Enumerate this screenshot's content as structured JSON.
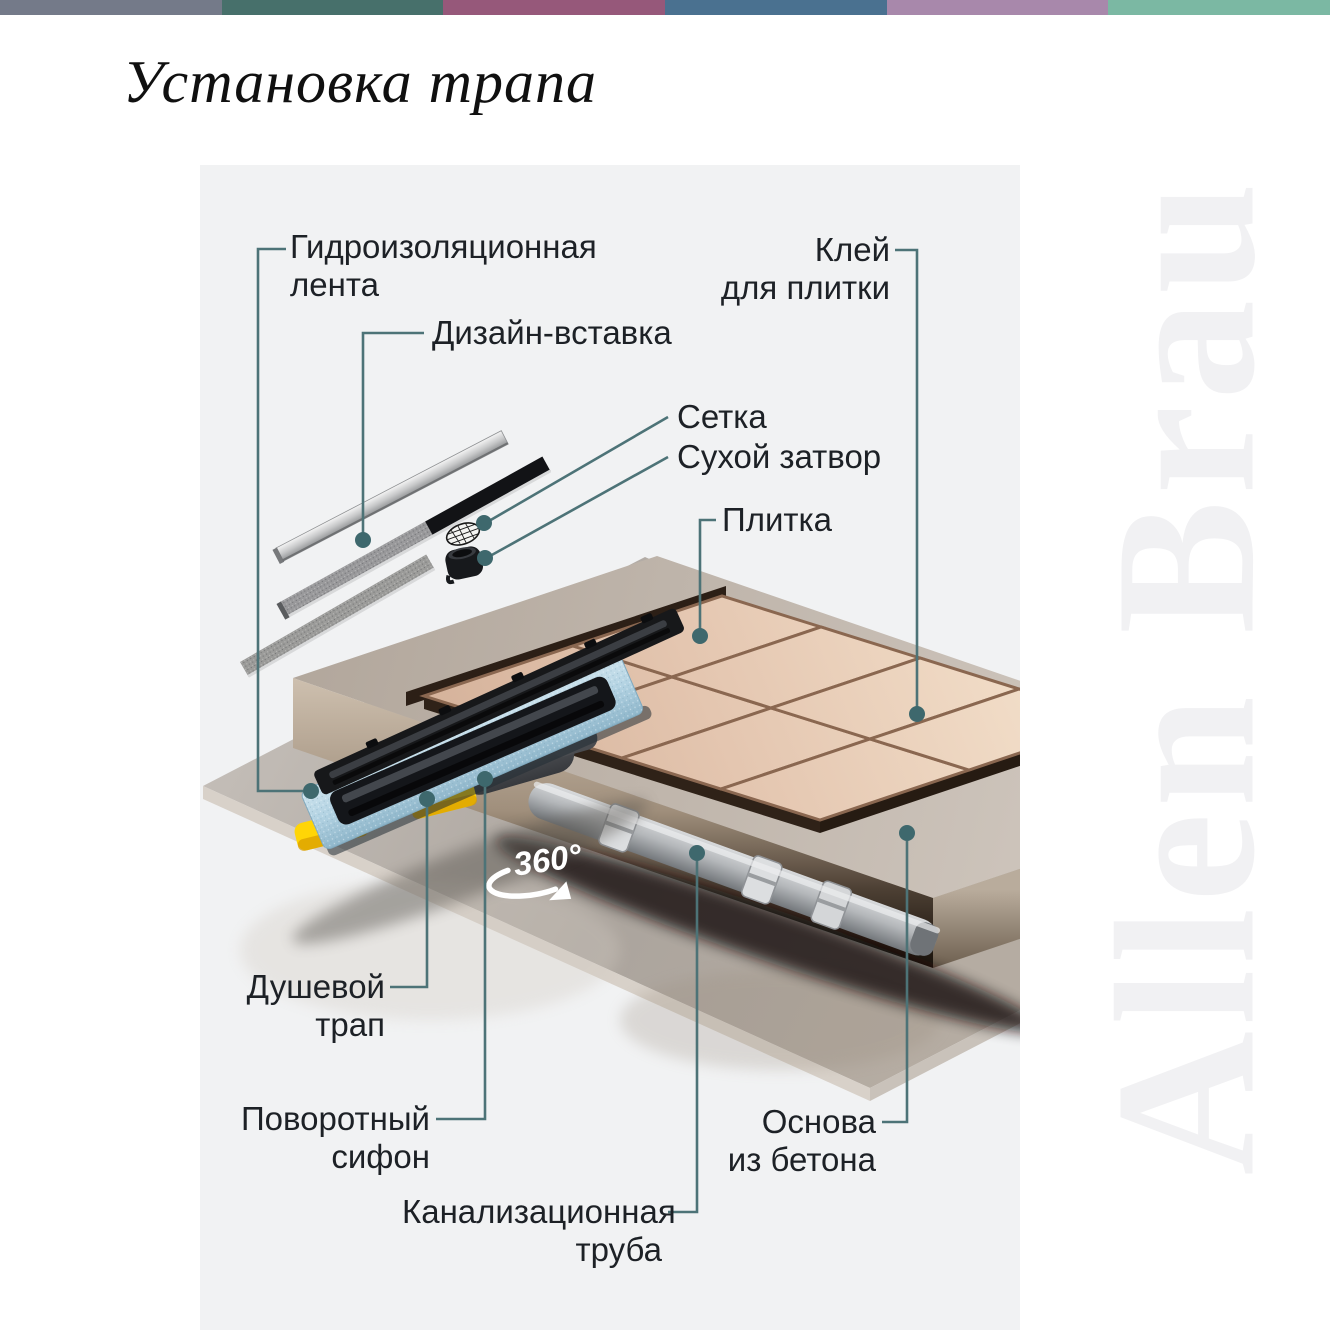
{
  "page": {
    "title": "Установка трапа",
    "watermark": "Allen Brau"
  },
  "top_bar": {
    "segment_colors": [
      "#747a89",
      "#47706b",
      "#96587a",
      "#4a7190",
      "#a888ab",
      "#7bb8a3"
    ]
  },
  "theme": {
    "panel_background": "#f1f2f3",
    "connector_color": "#4d7377",
    "label_color": "#1d2126",
    "drain_flange_blue": "#b2d2e2",
    "foot_yellow": "#ffd506",
    "tile_copper": "#e4c6b0",
    "pipe_gray": "#b4b7ba",
    "concrete_gray": "#aaa39c"
  },
  "rotation_badge": {
    "text": "360°"
  },
  "callouts": {
    "waterproofing_tape": {
      "line1": "Гидроизоляционная",
      "line2": "лента"
    },
    "design_insert": {
      "line1": "Дизайн-вставка"
    },
    "mesh": {
      "line1": "Сетка"
    },
    "dry_trap": {
      "line1": "Сухой затвор"
    },
    "tile": {
      "line1": "Плитка"
    },
    "tile_adhesive": {
      "line1": "Клей",
      "line2": "для плитки"
    },
    "shower_drain": {
      "line1": "Душевой",
      "line2": "трап"
    },
    "rotary_siphon": {
      "line1": "Поворотный",
      "line2": "сифон"
    },
    "sewer_pipe": {
      "line1": "Канализационная",
      "line2": "труба"
    },
    "concrete_base": {
      "line1": "Основа",
      "line2": "из бетона"
    }
  }
}
